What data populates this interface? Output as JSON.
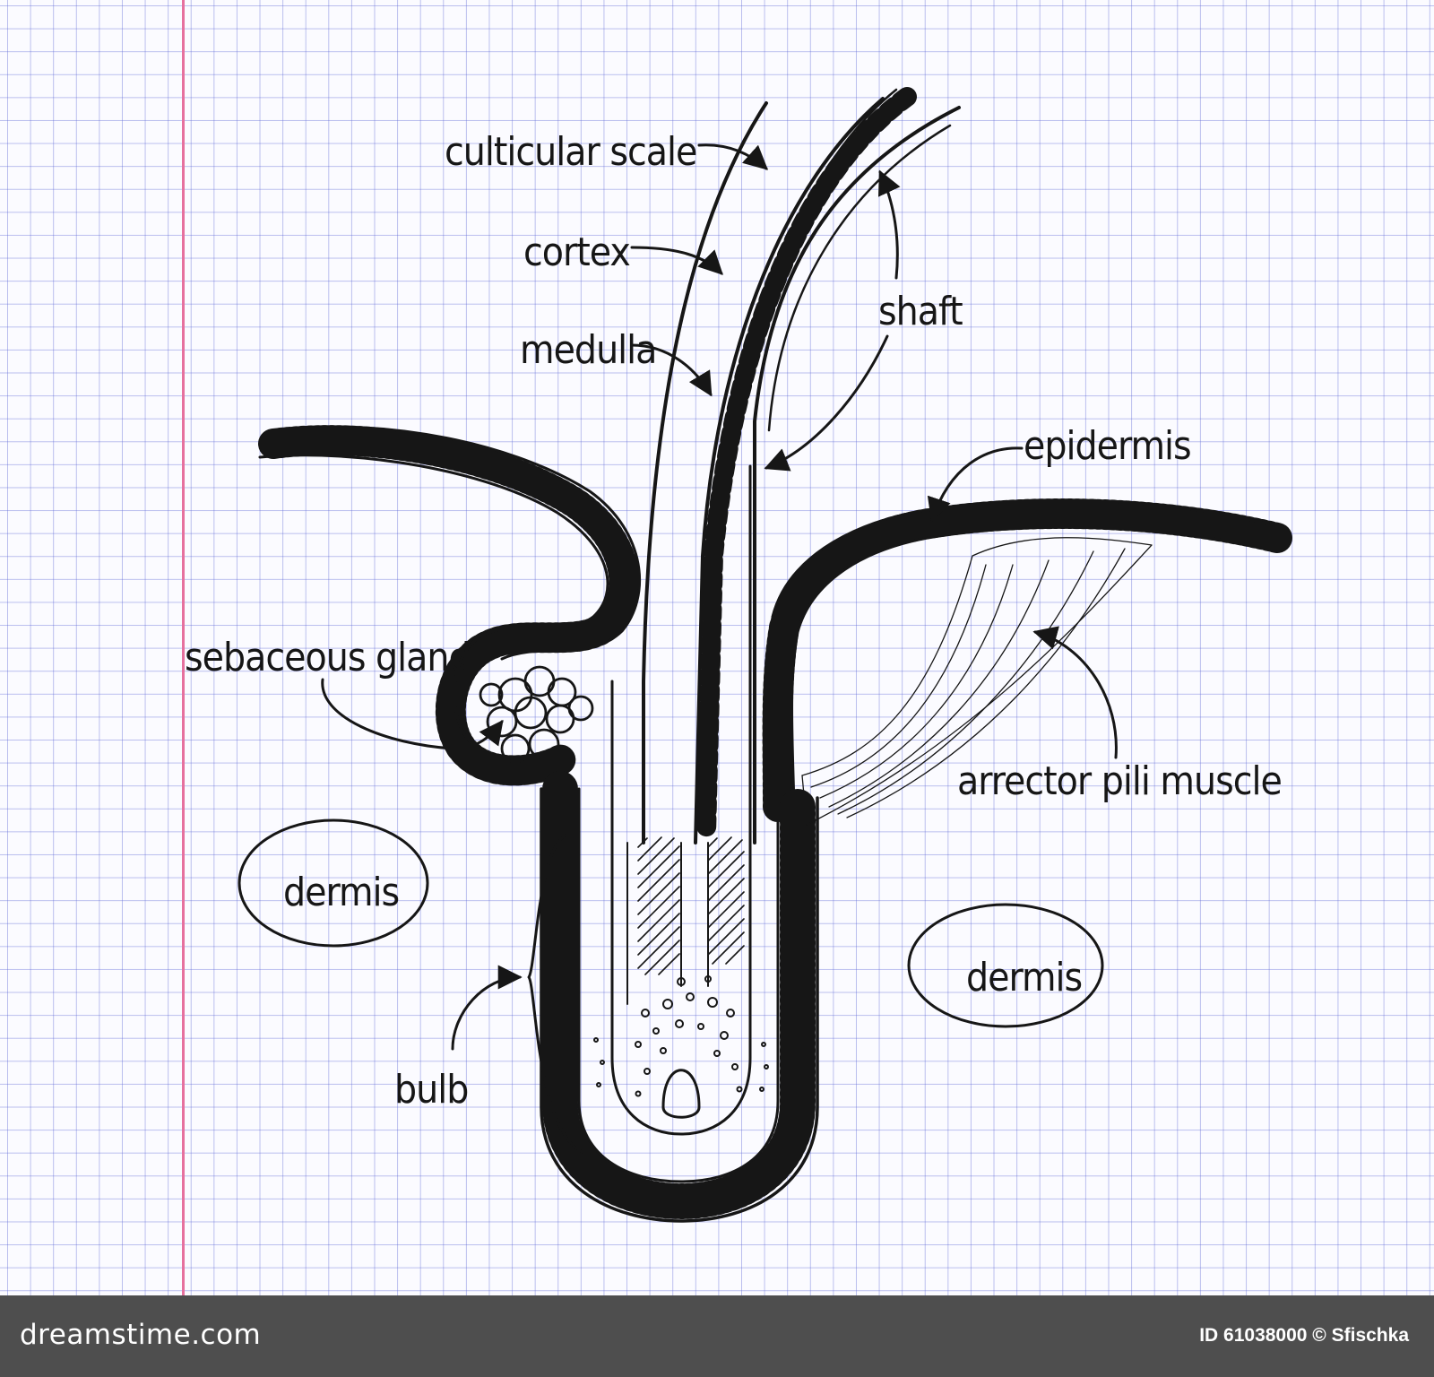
{
  "labels": {
    "cuticular_scale": "culticular scale",
    "cortex": "cortex",
    "medulla": "medulla",
    "shaft": "shaft",
    "epidermis": "epidermis",
    "sebaceous_gland": "sebaceous gland",
    "arrector_pili_muscle": "arrector pili muscle",
    "dermis_left": "dermis",
    "dermis_right": "dermis",
    "bulb": "bulb"
  },
  "footer": {
    "brand": "dreamstime.com",
    "credit": "ID 61038000 © Sfischka"
  },
  "colors": {
    "ink": "#161616",
    "grid": "#5f69d7",
    "margin_line": "#e6719e",
    "footer_bar": "#4e4e4e"
  }
}
